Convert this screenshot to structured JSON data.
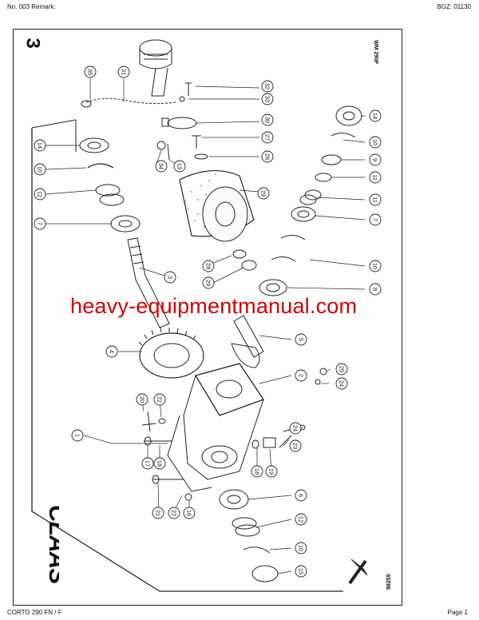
{
  "header": {
    "left": "No. 003   Remark:",
    "right": "BGZ: 01130"
  },
  "footer": {
    "left": "CORTO 290 FN / F",
    "right": "Page 1"
  },
  "sheet": {
    "number": "3",
    "drawing_code": "WM 290F",
    "image_code": "98259"
  },
  "logo": {
    "text": "CLAAS"
  },
  "watermark": {
    "text": "heavy-equipmentmanual.com",
    "color": "#d40000"
  },
  "callouts": [
    "35",
    "31",
    "32",
    "33",
    "30",
    "27",
    "26",
    "34",
    "13",
    "29",
    "28",
    "29",
    "14",
    "10",
    "12",
    "7",
    "3",
    "4",
    "14",
    "10",
    "9",
    "11",
    "11",
    "7",
    "10",
    "8",
    "5",
    "2",
    "25",
    "24",
    "20",
    "22",
    "24",
    "23",
    "18",
    "19",
    "17",
    "18",
    "1",
    "21",
    "22",
    "16",
    "6",
    "12",
    "10",
    "15"
  ]
}
